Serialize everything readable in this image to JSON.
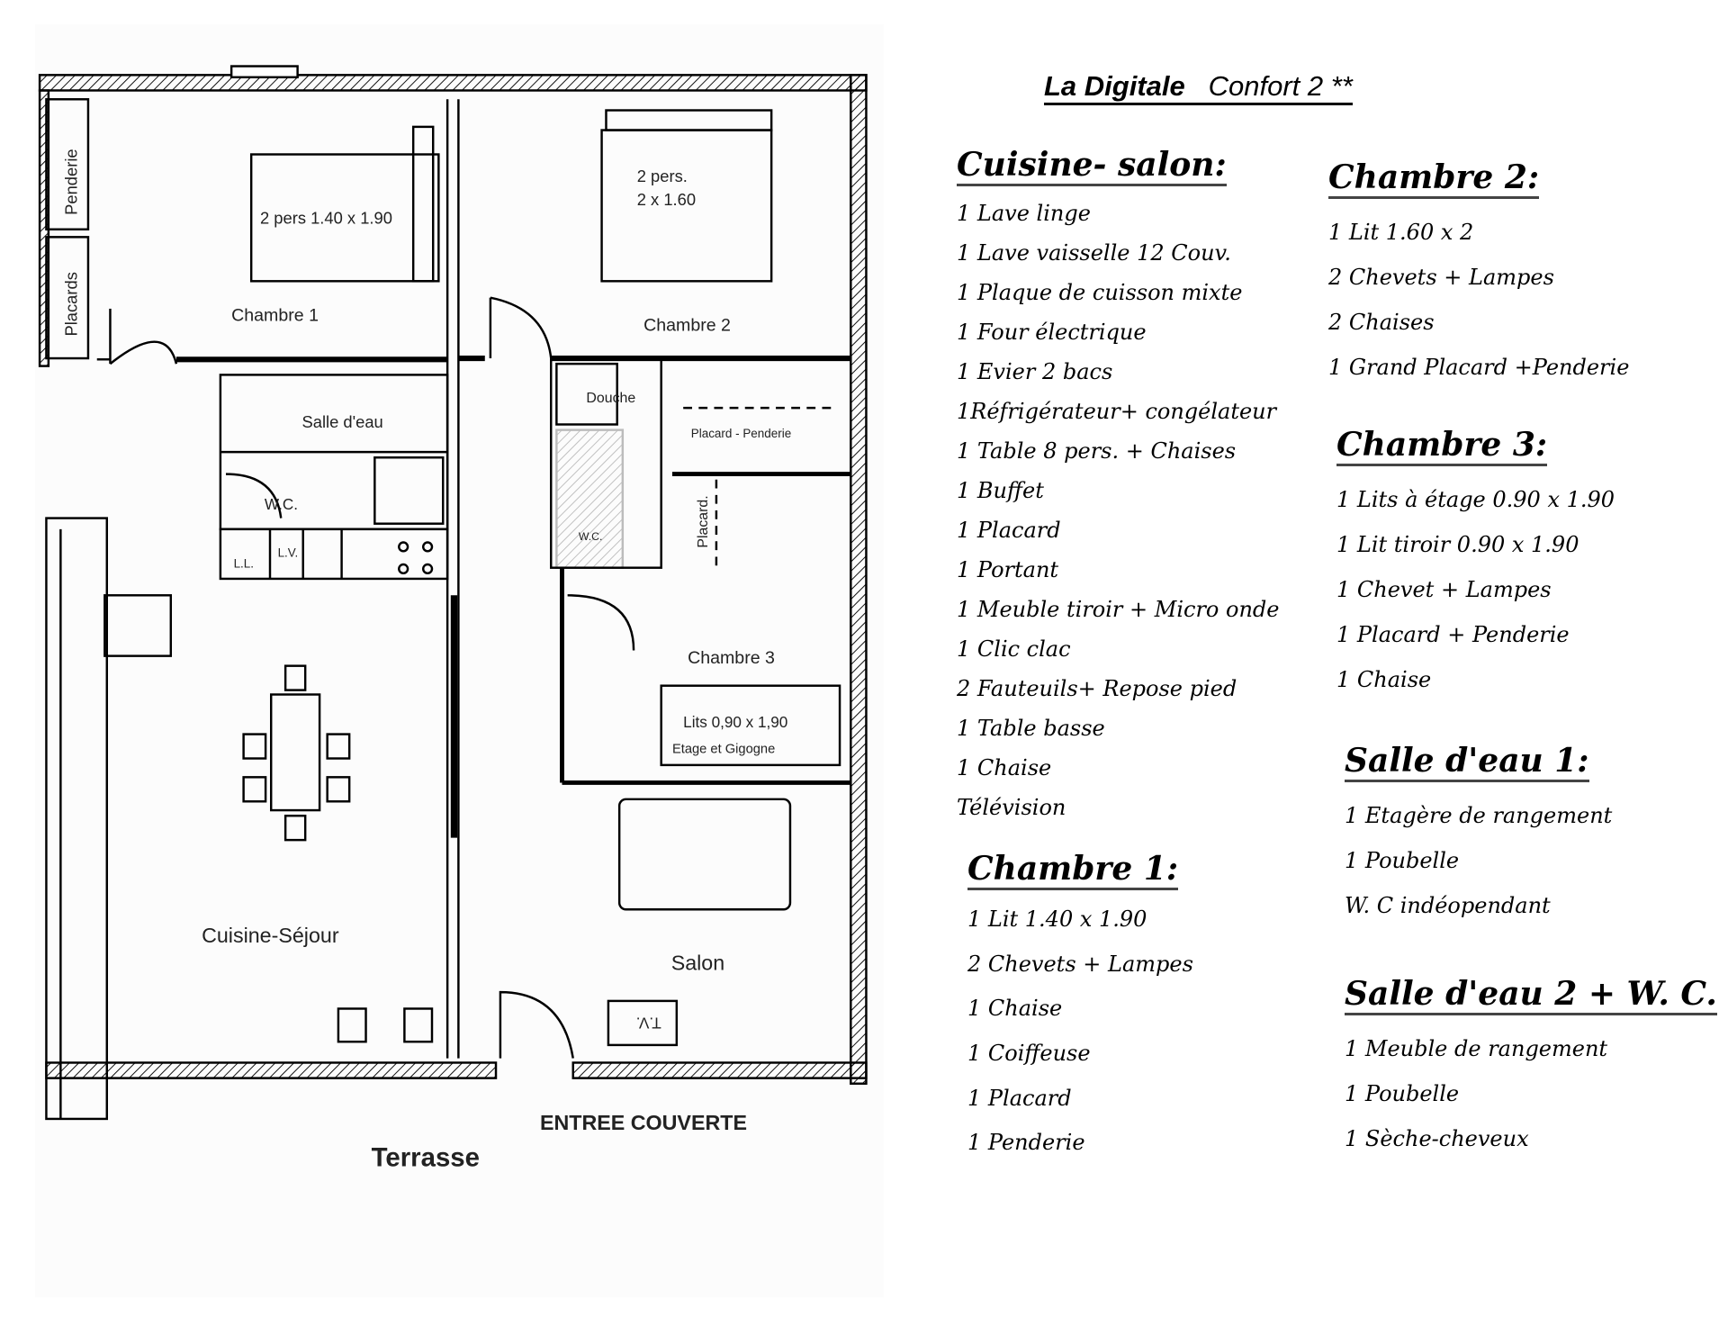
{
  "header": {
    "name": "La Digitale",
    "category": "Confort 2 **"
  },
  "plan": {
    "labels": {
      "penderie": "Penderie",
      "placards": "Placards",
      "bed1": "2 pers 1.40 x 1.90",
      "chambre1": "Chambre 1",
      "bed2_line1": "2 pers.",
      "bed2_line2": "2 x 1.60",
      "chambre2": "Chambre 2",
      "salle_eau": "Salle d'eau",
      "wc": "W.C.",
      "douche": "Douche",
      "placard_penderie": "Placard - Penderie",
      "placard": "Placard.",
      "ll": "L.L.",
      "lv": "L.V.",
      "wc2": "W.C.",
      "chambre3": "Chambre 3",
      "bed3_line1": "Lits 0,90 x 1,90",
      "bed3_line2": "Etage et Gigogne",
      "cuisine_sejour": "Cuisine-Séjour",
      "salon": "Salon",
      "tv": "T.V.",
      "entree": "ENTREE COUVERTE",
      "terrasse": "Terrasse"
    }
  },
  "sections": {
    "cuisine_salon": {
      "title": "Cuisine- salon:",
      "items": [
        "1 Lave linge",
        "1 Lave vaisselle 12 Couv.",
        "1 Plaque de cuisson mixte",
        "1 Four électrique",
        "1 Evier 2 bacs",
        "1Réfrigérateur+ congélateur",
        "1 Table 8 pers. + Chaises",
        "1 Buffet",
        "1 Placard",
        "1 Portant",
        "1 Meuble tiroir + Micro onde",
        "1 Clic clac",
        "2 Fauteuils+ Repose pied",
        "1 Table basse",
        "1 Chaise",
        "Télévision"
      ]
    },
    "chambre1": {
      "title": "Chambre 1:",
      "items": [
        "1 Lit 1.40 x 1.90",
        "2 Chevets  + Lampes",
        "1 Chaise",
        "1 Coiffeuse",
        "1 Placard",
        "1 Penderie"
      ]
    },
    "chambre2": {
      "title": "Chambre 2:",
      "items": [
        "1 Lit 1.60 x 2",
        "2 Chevets + Lampes",
        "2 Chaises",
        "1 Grand Placard +Penderie"
      ]
    },
    "chambre3": {
      "title": "Chambre 3:",
      "items": [
        "1 Lits à étage 0.90 x 1.90",
        "1 Lit tiroir 0.90 x 1.90",
        "1 Chevet + Lampes",
        "1 Placard + Penderie",
        "1 Chaise"
      ]
    },
    "salle_eau1": {
      "title": "Salle d'eau 1:",
      "items": [
        "1 Etagère de rangement",
        "1 Poubelle",
        "W. C indéopendant"
      ]
    },
    "salle_eau2": {
      "title": "Salle d'eau 2 + W. C.",
      "items": [
        "1 Meuble de rangement",
        "1 Poubelle",
        "1 Sèche-cheveux"
      ]
    }
  }
}
